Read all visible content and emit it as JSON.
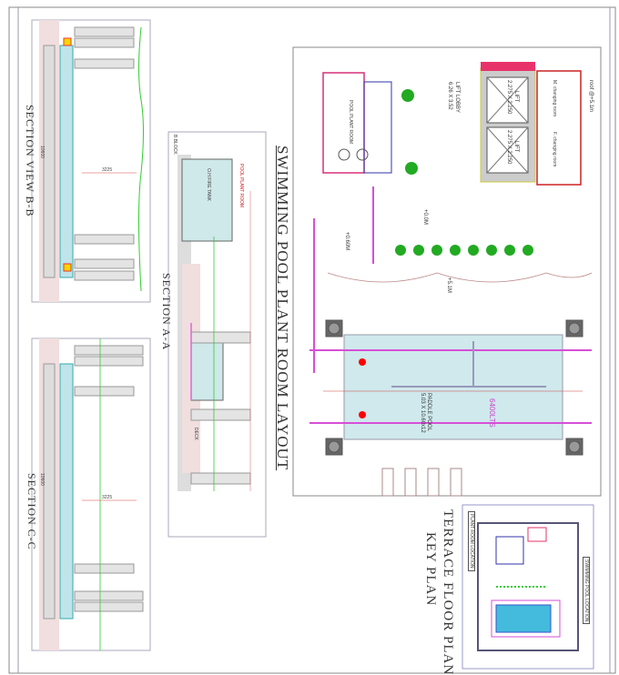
{
  "drawing_title": "SWIMMING POOL PLANT ROOM LAYOUT",
  "sections": {
    "b_b": {
      "title": "SECTION VIEW B-B",
      "dim_length": "10600",
      "dim_width": "3225"
    },
    "c_c": {
      "title": "SECTION C-C",
      "dim_length": "10600",
      "dim_width": "3225"
    },
    "a_a": {
      "title": "SECTION A-A",
      "fire_tank": "O.H FIRE TANK",
      "plant_room": "POOL PLANT ROOM",
      "deck": "DECK",
      "block": "B BLOCK"
    }
  },
  "plan": {
    "lift_lobby": "LIFT LOBBY",
    "lift_lobby_size": "6.26 X 3.52",
    "lift1": "LIFT",
    "lift1_size": "2.275 X 2.250",
    "lift2": "LIFT",
    "lift2_size": "2.275 X 2.250",
    "m_changing": "M. changing room",
    "f_changing": "F. changing room",
    "roof": "roof @+5.1m",
    "paddle_pool": "PADDLE POOL",
    "paddle_pool_size": "5.03 X 10.60x12",
    "capacity": "6400LTS",
    "level1": "+0.0M",
    "level2": "+0.60M",
    "level3": "+5.1M",
    "plant_room": "POOL PLANT ROOM"
  },
  "key_plan": {
    "title1": "TERRACE FLOOR PLAN",
    "title2": "KEY PLAN",
    "plant_room_location": "PLANT ROOM LOCATION",
    "swimming_pool_location": "SWIMMING POOL LOCATION"
  },
  "colors": {
    "pipe_pink": "#d64fd6",
    "water": "#bfe4ea",
    "wall_red": "#e0306a",
    "lift_grey": "#aaaaaa",
    "tree_green": "#22aa22"
  }
}
